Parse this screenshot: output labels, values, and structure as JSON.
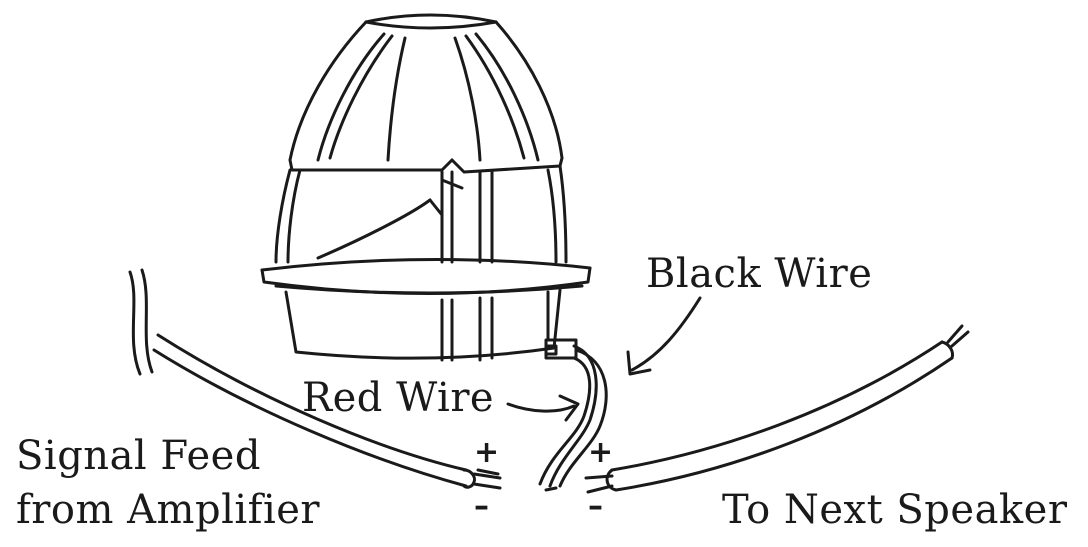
{
  "labels": {
    "black_wire": "Black Wire",
    "red_wire": "Red Wire",
    "signal_feed_line1": "Signal Feed",
    "signal_feed_line2": "from Amplifier",
    "to_next_speaker": "To Next Speaker"
  },
  "signs": {
    "left_plus": "+",
    "left_minus": "–",
    "right_plus": "+",
    "right_minus": "–"
  },
  "colors": {
    "ink": "#1a1a1a",
    "background": "#ffffff"
  }
}
